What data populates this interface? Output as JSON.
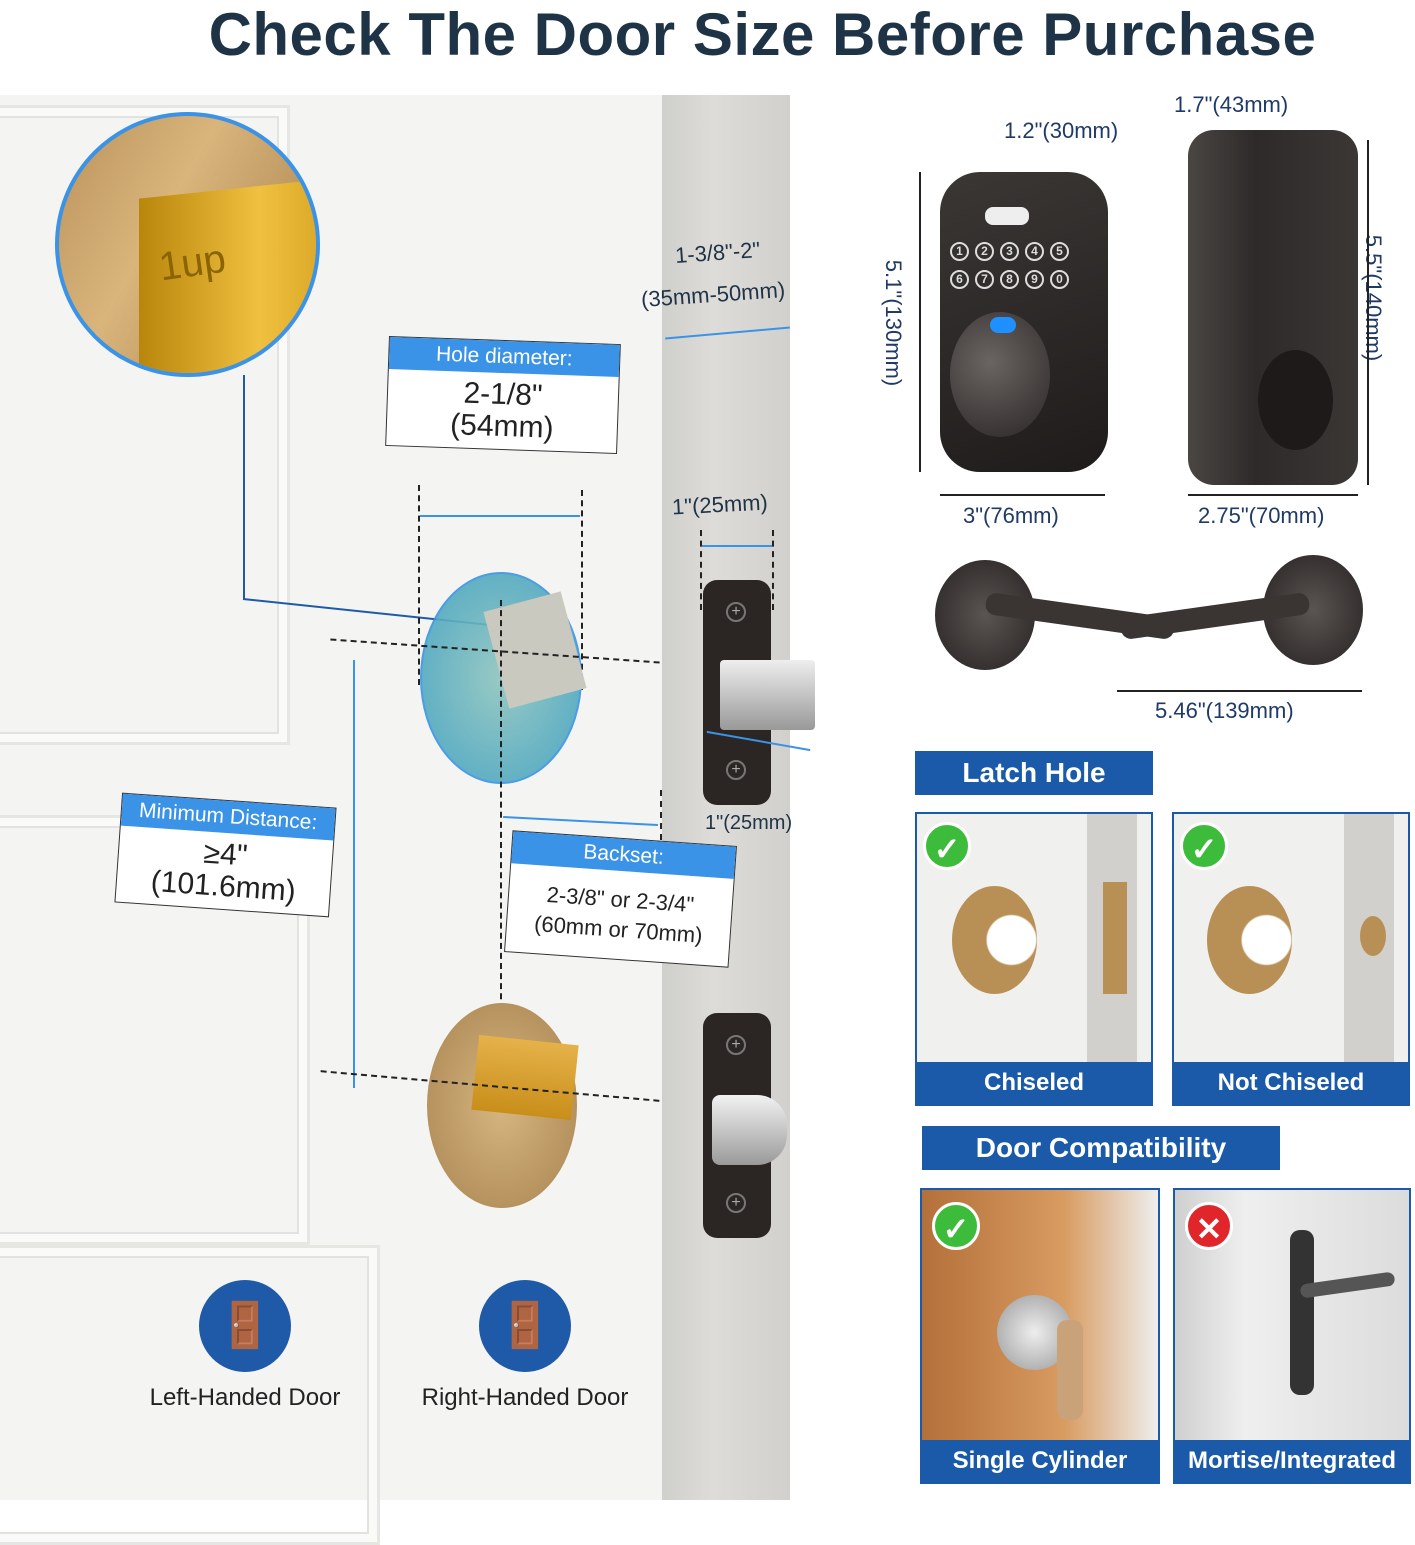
{
  "title": "Check The Door Size Before Purchase",
  "door": {
    "latch_brand": "1up",
    "hole": {
      "header": "Hole diameter:",
      "line1": "2-1/8\"",
      "line2": "(54mm)"
    },
    "min_distance": {
      "header": "Minimum Distance:",
      "line1": "≥4\"",
      "line2": "(101.6mm)"
    },
    "backset": {
      "header": "Backset:",
      "line1": "2-3/8\" or 2-3/4\"",
      "line2": "(60mm or 70mm)"
    },
    "thickness": {
      "line1": "1-3/8\"-2\"",
      "line2": "(35mm-50mm)"
    },
    "faceplate_width": "1\"(25mm)",
    "latch_depth": "1\"(25mm)",
    "left_handed": "Left-Handed Door",
    "right_handed": "Right-Handed Door"
  },
  "product": {
    "keypad_keys": [
      "1",
      "2",
      "3",
      "4",
      "5",
      "6",
      "7",
      "8",
      "9",
      "0"
    ],
    "front_depth": "1.2\"(30mm)",
    "back_depth": "1.7\"(43mm)",
    "front_height": "5.1\"(130mm)",
    "back_height": "5.5\"(140mm)",
    "front_width": "3\"(76mm)",
    "back_width": "2.75\"(70mm)",
    "lever_span": "5.46\"(139mm)"
  },
  "latch_hole": {
    "header": "Latch Hole",
    "options": [
      {
        "label": "Chiseled",
        "ok": true
      },
      {
        "label": "Not Chiseled",
        "ok": true
      }
    ]
  },
  "compat": {
    "header": "Door Compatibility",
    "options": [
      {
        "label": "Single Cylinder",
        "ok": true
      },
      {
        "label": "Mortise/Integrated",
        "ok": false
      }
    ]
  },
  "colors": {
    "title": "#1f3346",
    "accent": "#3a93e6",
    "panel": "#1a5aa8",
    "ok": "#3dbb3b",
    "bad": "#e0262b"
  }
}
